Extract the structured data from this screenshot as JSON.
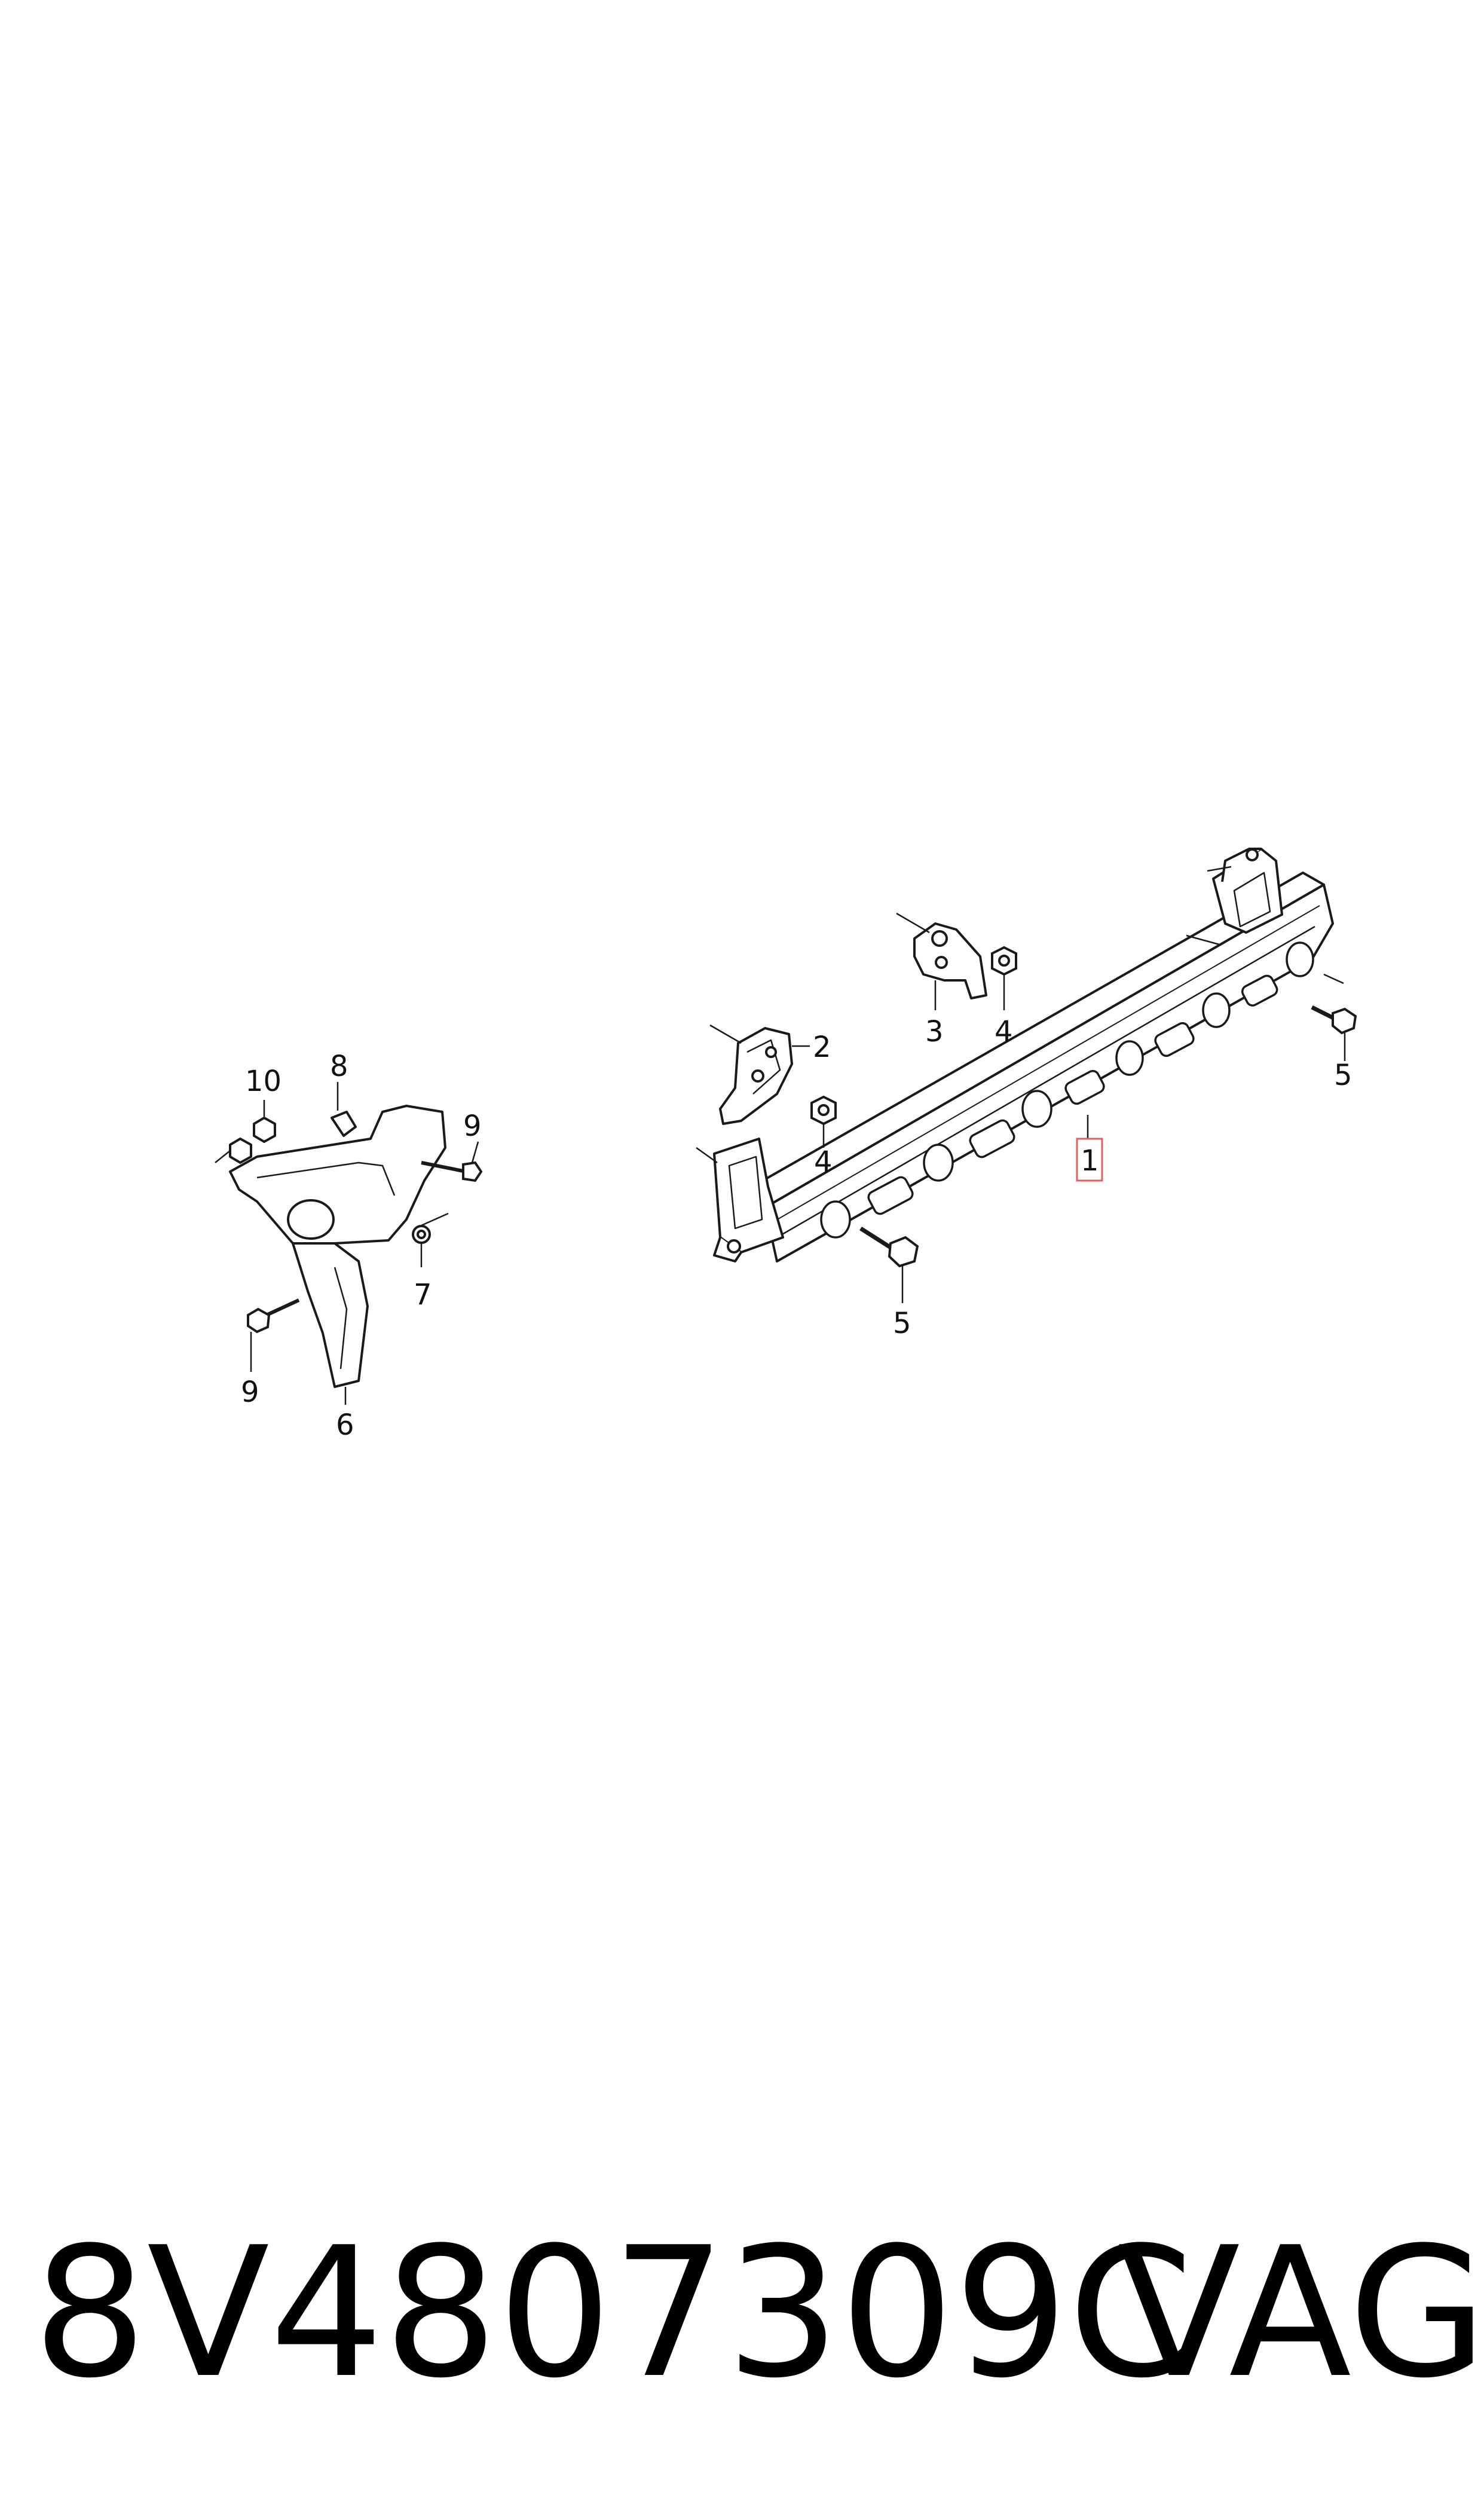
{
  "callouts": {
    "c1": "1",
    "c2": "2",
    "c3": "3",
    "c4a": "4",
    "c4b": "4",
    "c5a": "5",
    "c5b": "5",
    "c6": "6",
    "c7": "7",
    "c8": "8",
    "c9a": "9",
    "c9b": "9",
    "c10": "10"
  },
  "footer": {
    "part_number": "8V4807309C",
    "brand": "VAG"
  },
  "colors": {
    "line": "#1a1a1a",
    "highlight": "#e06060"
  }
}
